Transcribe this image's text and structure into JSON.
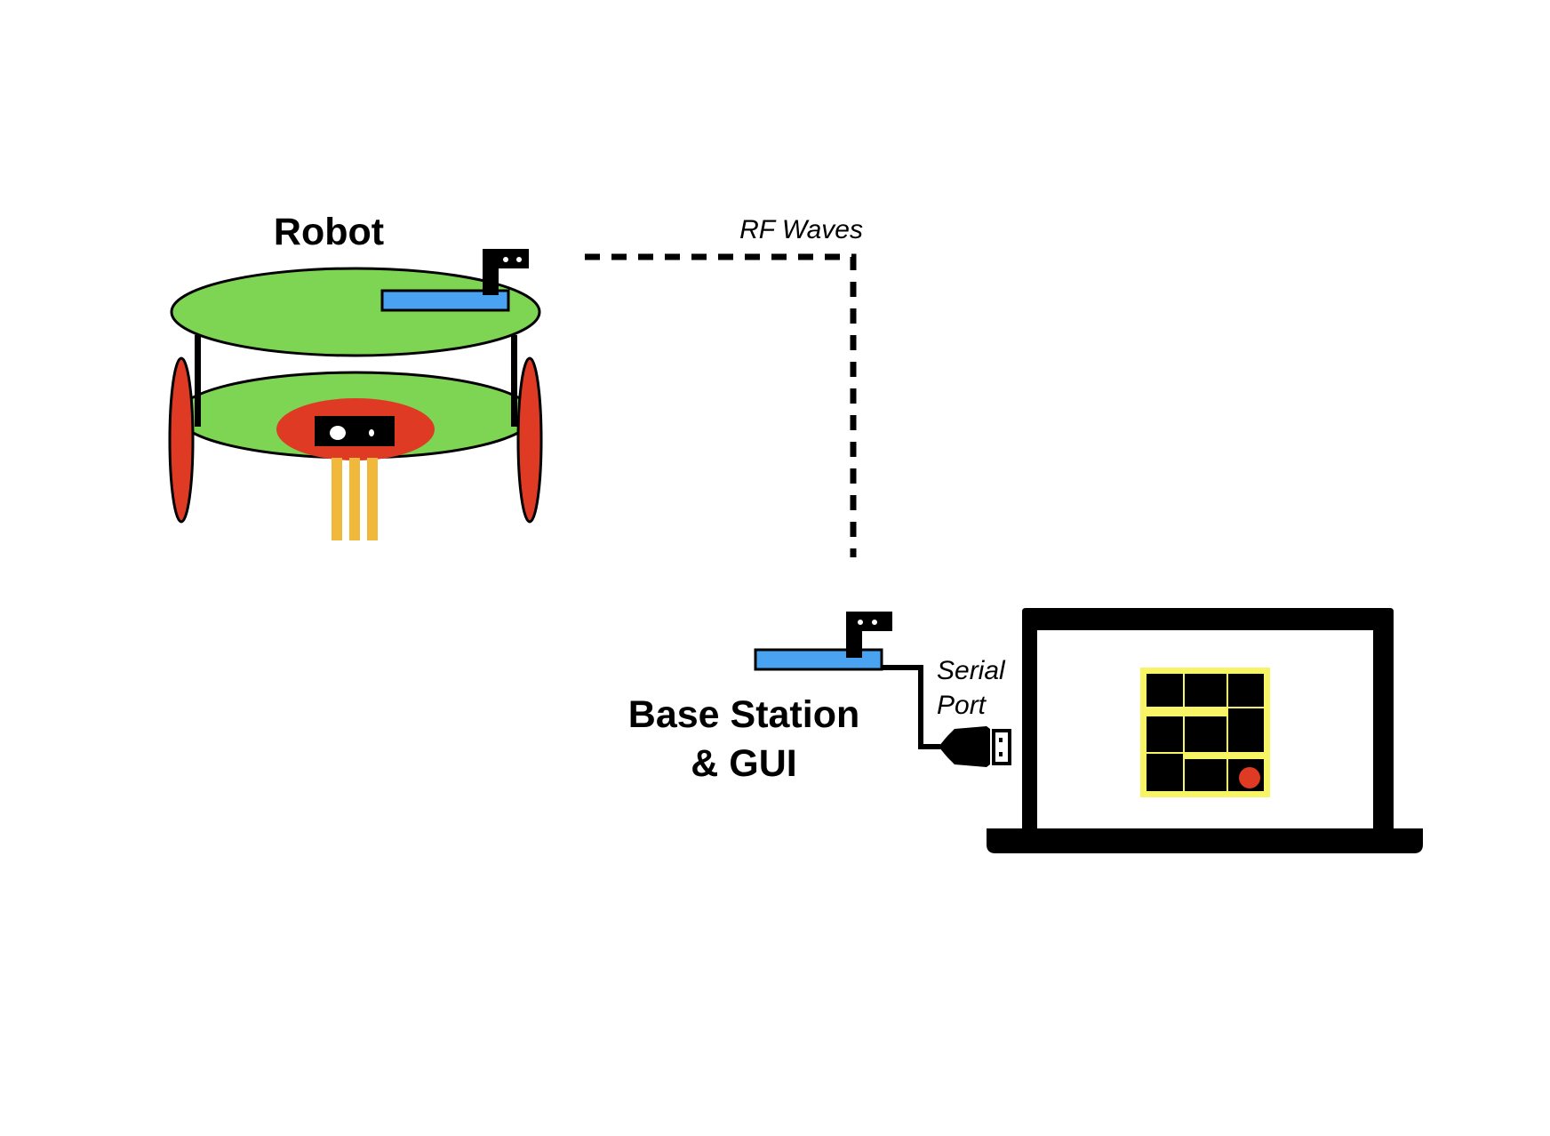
{
  "labels": {
    "robot": "Robot",
    "rf_waves": "RF Waves",
    "serial_line1": "Serial",
    "serial_line2": "Port",
    "base_line1": "Base Station",
    "base_line2": "& GUI"
  },
  "colors": {
    "chassis_green": "#7ED453",
    "wheel_red": "#DE3A24",
    "radio_blue": "#4AA3F0",
    "sensor_yellow": "#F0B93C",
    "maze_highlight": "#F7F566",
    "outline": "#000000",
    "background": "#FFFFFF"
  },
  "icons": {
    "robot": "two-deck-wheeled-robot-icon",
    "radio_module": "rf-transceiver-icon",
    "usb": "usb-plug-icon",
    "laptop": "laptop-icon",
    "maze": "maze-grid-icon"
  }
}
